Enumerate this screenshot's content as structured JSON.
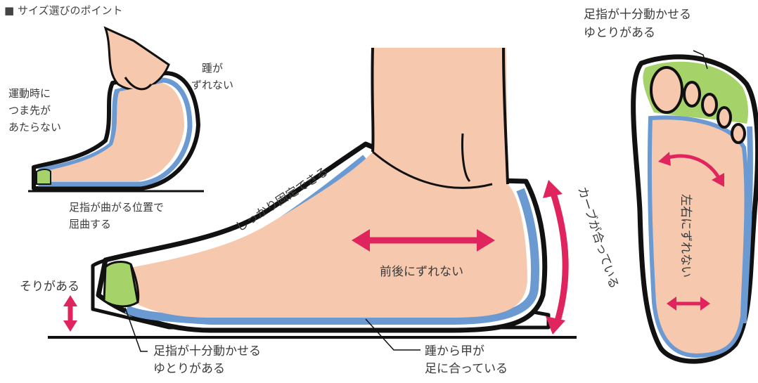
{
  "heading": {
    "text": "■ サイズ選びのポイント"
  },
  "small_foot": {
    "toe_label": [
      "運動時に",
      "つま先が",
      "あたらない"
    ],
    "heel_label": [
      "踵が",
      "ずれない"
    ],
    "flex_label": [
      "足指が曲がる位置で",
      "屈曲する"
    ]
  },
  "big_foot": {
    "fixed_label": "しっかり固定できる",
    "curve_label": "カーブが合っている",
    "slide_label": "前後にずれない",
    "arch_label": "そりがある",
    "toe_room_label": [
      "足指が十分動かせる",
      "ゆとりがある"
    ],
    "heel_fit_label": [
      "踵から甲が",
      "足に合っている"
    ]
  },
  "sole_view": {
    "toe_room_label": [
      "足指が十分動かせる",
      "ゆとりがある"
    ],
    "side_label": "左右にずれない"
  },
  "colors": {
    "skin": "#f6c8ae",
    "shoe_blue": "#6b9ad3",
    "toe_green": "#a5d36a",
    "arrow_red": "#e0245e",
    "outline": "#111111"
  }
}
